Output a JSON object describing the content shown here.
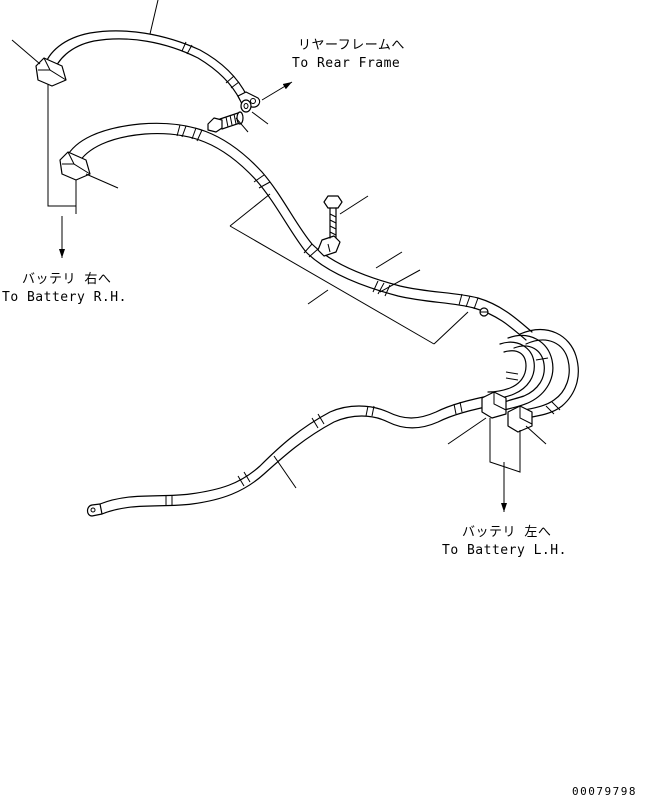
{
  "labels": {
    "rear_frame_jp": "リヤーフレームへ",
    "rear_frame_en": "To Rear Frame",
    "battery_rh_jp": "バッテリ 右へ",
    "battery_rh_en": "To Battery R.H.",
    "battery_lh_jp": "バッテリ 左へ",
    "battery_lh_en": "To Battery L.H.",
    "drawing_number": "00079798"
  }
}
